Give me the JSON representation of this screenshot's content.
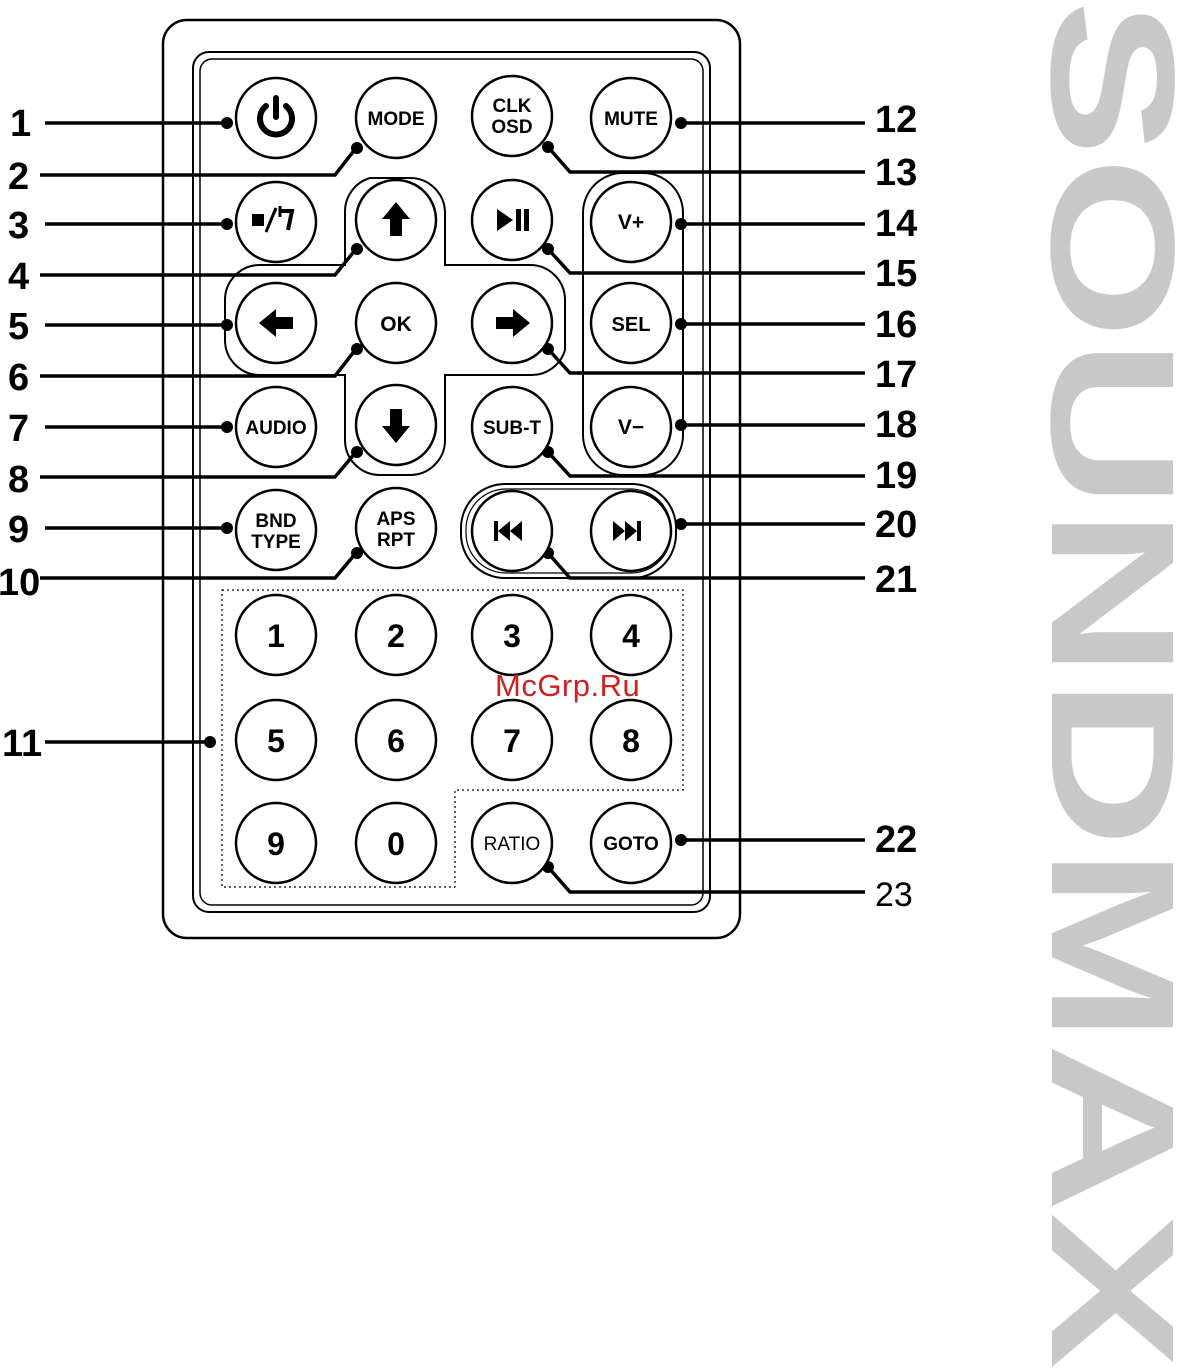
{
  "brand": "SOUNDMAX",
  "watermark": "McGrp.Ru",
  "callouts": [
    "1",
    "2",
    "3",
    "4",
    "5",
    "6",
    "7",
    "8",
    "9",
    "10",
    "11",
    "12",
    "13",
    "14",
    "15",
    "16",
    "17",
    "18",
    "19",
    "20",
    "21",
    "22",
    "23"
  ],
  "buttons": {
    "mode": "MODE",
    "clk": "CLK",
    "osd": "OSD",
    "mute": "MUTE",
    "vplus": "V+",
    "ok": "OK",
    "sel": "SEL",
    "audio": "AUDIO",
    "subt": "SUB-T",
    "vminus": "V−",
    "bnd": "BND",
    "type": "TYPE",
    "aps": "APS",
    "rpt": "RPT",
    "ratio": "RATIO",
    "goto": "GOTO"
  },
  "digits": [
    "1",
    "2",
    "3",
    "4",
    "5",
    "6",
    "7",
    "8",
    "9",
    "0"
  ],
  "icons": {
    "power": "power-icon",
    "stop_return": "stop-return-icon",
    "up": "arrow-up-icon",
    "left": "arrow-left-icon",
    "right": "arrow-right-icon",
    "down": "arrow-down-icon",
    "play_pause": "play-pause-icon",
    "prev": "skip-previous-icon",
    "next": "skip-next-icon"
  }
}
